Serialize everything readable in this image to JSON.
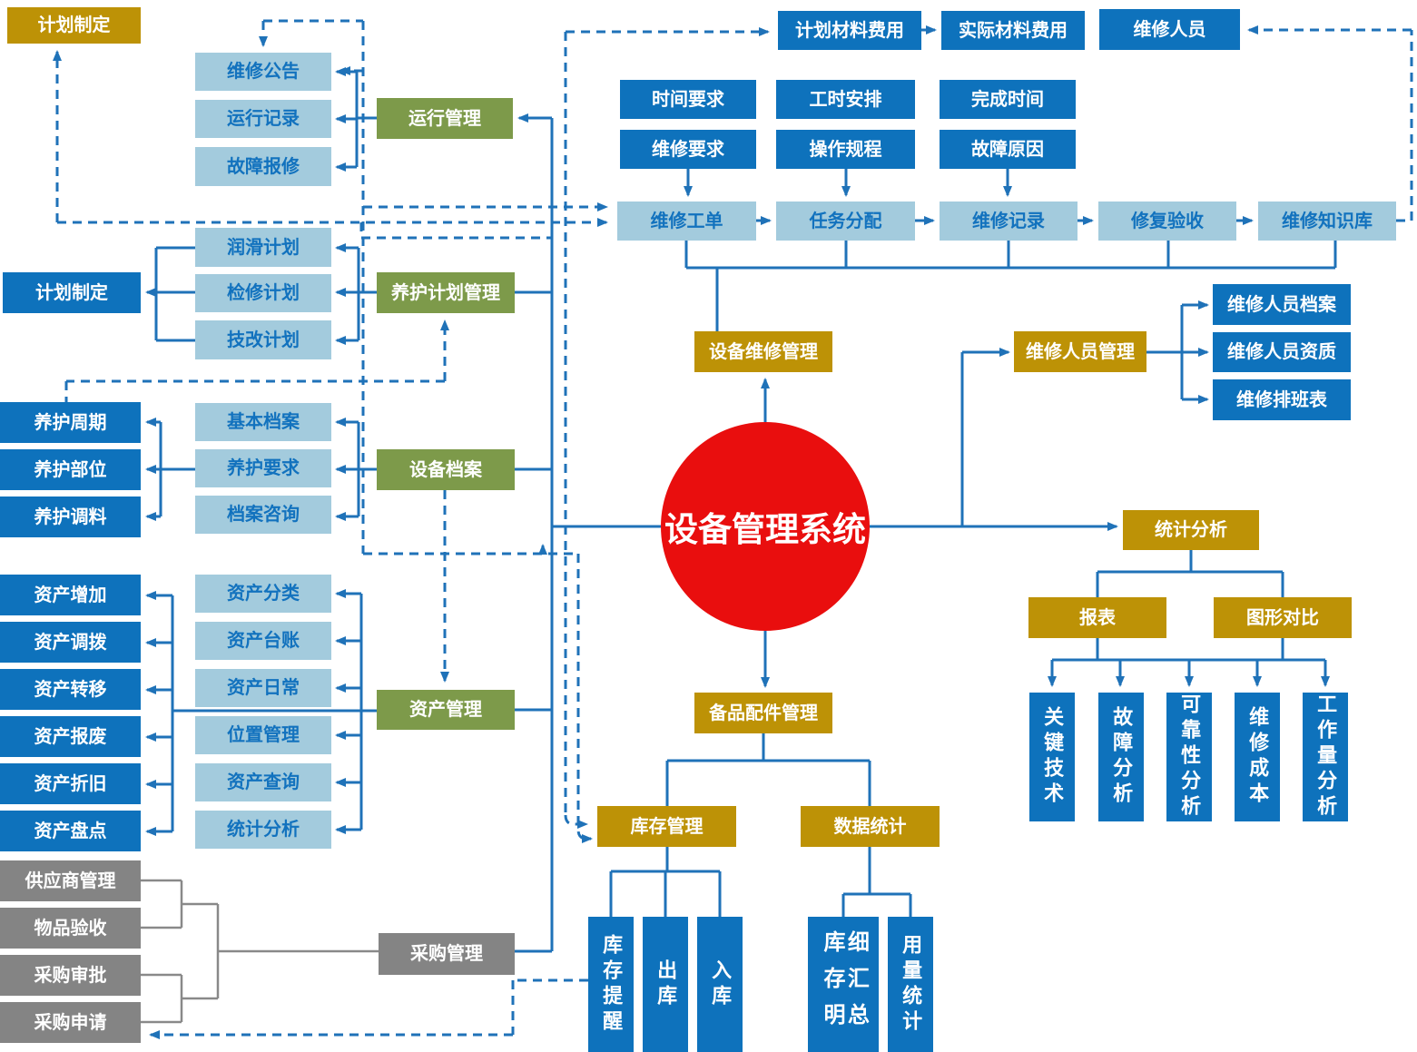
{
  "colors": {
    "gold": "#BD9206",
    "blue": "#0E72BC",
    "light_blue": "#A3CBDD",
    "green": "#7D9A4A",
    "gray": "#848484",
    "red": "#E90E0E",
    "line_blue": "#1F72B8",
    "line_gray": "#898989"
  },
  "center": {
    "system": "设备管理系统",
    "repair_mgmt": "设备维修管理",
    "spare_parts_mgmt": "备品配件管理"
  },
  "operation_cluster": {
    "plan_making": "计划制定",
    "items": [
      "维修公告",
      "运行记录",
      "故障报修"
    ],
    "manager": "运行管理"
  },
  "maintenance_plan_cluster": {
    "plan_making": "计划制定",
    "items": [
      "润滑计划",
      "检修计划",
      "技改计划"
    ],
    "manager": "养护计划管理"
  },
  "archive_cluster": {
    "left_items": [
      "养护周期",
      "养护部位",
      "养护调料"
    ],
    "items": [
      "基本档案",
      "养护要求",
      "档案咨询"
    ],
    "manager": "设备档案"
  },
  "asset_cluster": {
    "left_items": [
      "资产增加",
      "资产调拨",
      "资产转移",
      "资产报废",
      "资产折旧",
      "资产盘点"
    ],
    "items": [
      "资产分类",
      "资产台账",
      "资产日常",
      "位置管理",
      "资产查询",
      "统计分析"
    ],
    "manager": "资产管理"
  },
  "procurement_cluster": {
    "left_items": [
      "供应商管理",
      "物品验收",
      "采购审批",
      "采购申请"
    ],
    "manager": "采购管理"
  },
  "repair_flow": {
    "plan_cost": "计划材料费用",
    "actual_cost": "实际材料费用",
    "personnel": "维修人员",
    "requirements_row1": [
      "时间要求",
      "工时安排",
      "完成时间"
    ],
    "requirements_row2": [
      "维修要求",
      "操作规程",
      "故障原因"
    ],
    "steps": [
      "维修工单",
      "任务分配",
      "维修记录",
      "修复验收",
      "维修知识库"
    ]
  },
  "personnel_cluster": {
    "manager": "维修人员管理",
    "items": [
      "维修人员档案",
      "维修人员资质",
      "维修排班表"
    ]
  },
  "statistics_cluster": {
    "manager": "统计分析",
    "children": [
      "报表",
      "图形对比"
    ],
    "analyses": [
      "关键技术",
      "故障分析",
      "可靠性分析",
      "维修成本",
      "工作量分析"
    ]
  },
  "inventory_cluster": {
    "inventory_mgmt": "库存管理",
    "data_stats": "数据统计",
    "inventory_items": [
      "库存提醒",
      "出库",
      "入库"
    ],
    "stats_items": [
      "库存明细汇总",
      "用量统计"
    ]
  }
}
